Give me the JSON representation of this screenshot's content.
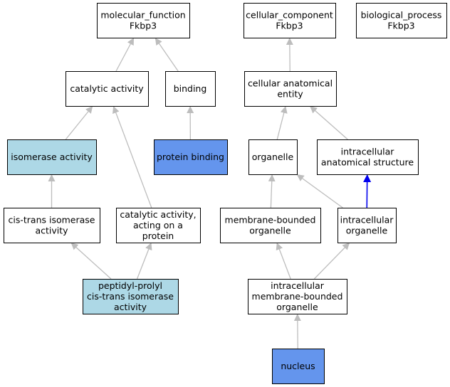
{
  "colors": {
    "edge_default": "#bdbdbd",
    "edge_highlight": "#0000ee",
    "node_plain": "#ffffff",
    "node_light": "#add8e6",
    "node_strong": "#6495ed",
    "stroke": "#000000"
  },
  "nodes": [
    {
      "id": "mf",
      "name": "node-molecular-function",
      "lines": [
        "molecular_function",
        "Fkbp3"
      ],
      "fill": "node_plain"
    },
    {
      "id": "cc",
      "name": "node-cellular-component",
      "lines": [
        "cellular_component",
        "Fkbp3"
      ],
      "fill": "node_plain"
    },
    {
      "id": "bp",
      "name": "node-biological-process",
      "lines": [
        "biological_process",
        "Fkbp3"
      ],
      "fill": "node_plain"
    },
    {
      "id": "cat",
      "name": "node-catalytic-activity",
      "lines": [
        "catalytic activity"
      ],
      "fill": "node_plain"
    },
    {
      "id": "bind",
      "name": "node-binding",
      "lines": [
        "binding"
      ],
      "fill": "node_plain"
    },
    {
      "id": "cae",
      "name": "node-cellular-anatomical-entity",
      "lines": [
        "cellular anatomical",
        "entity"
      ],
      "fill": "node_plain"
    },
    {
      "id": "iso",
      "name": "node-isomerase-activity",
      "lines": [
        "isomerase activity"
      ],
      "fill": "node_light"
    },
    {
      "id": "pb",
      "name": "node-protein-binding",
      "lines": [
        "protein binding"
      ],
      "fill": "node_strong"
    },
    {
      "id": "org",
      "name": "node-organelle",
      "lines": [
        "organelle"
      ],
      "fill": "node_plain"
    },
    {
      "id": "ias",
      "name": "node-intracellular-anatomical-structure",
      "lines": [
        "intracellular",
        "anatomical structure"
      ],
      "fill": "node_plain"
    },
    {
      "id": "cti",
      "name": "node-cis-trans-isomerase-activity",
      "lines": [
        "cis-trans isomerase",
        "activity"
      ],
      "fill": "node_plain"
    },
    {
      "id": "catp",
      "name": "node-catalytic-activity-on-protein",
      "lines": [
        "catalytic activity,",
        "acting on a",
        "protein"
      ],
      "fill": "node_plain"
    },
    {
      "id": "mbo",
      "name": "node-membrane-bounded-organelle",
      "lines": [
        "membrane-bounded",
        "organelle"
      ],
      "fill": "node_plain"
    },
    {
      "id": "io",
      "name": "node-intracellular-organelle",
      "lines": [
        "intracellular",
        "organelle"
      ],
      "fill": "node_plain"
    },
    {
      "id": "ppi",
      "name": "node-peptidyl-prolyl-cis-trans-isomerase",
      "lines": [
        "peptidyl-prolyl",
        "cis-trans isomerase",
        "activity"
      ],
      "fill": "node_light"
    },
    {
      "id": "imbo",
      "name": "node-intracellular-membrane-bounded-organelle",
      "lines": [
        "intracellular",
        "membrane-bounded",
        "organelle"
      ],
      "fill": "node_plain"
    },
    {
      "id": "nuc",
      "name": "node-nucleus",
      "lines": [
        "nucleus"
      ],
      "fill": "node_strong"
    }
  ],
  "edges": [
    {
      "from": "cat",
      "to": "mf",
      "style": "default"
    },
    {
      "from": "bind",
      "to": "mf",
      "style": "default"
    },
    {
      "from": "cae",
      "to": "cc",
      "style": "default"
    },
    {
      "from": "iso",
      "to": "cat",
      "style": "default"
    },
    {
      "from": "catp",
      "to": "cat",
      "style": "default"
    },
    {
      "from": "pb",
      "to": "bind",
      "style": "default"
    },
    {
      "from": "org",
      "to": "cae",
      "style": "default"
    },
    {
      "from": "ias",
      "to": "cae",
      "style": "default"
    },
    {
      "from": "cti",
      "to": "iso",
      "style": "default"
    },
    {
      "from": "io",
      "to": "ias",
      "style": "highlight"
    },
    {
      "from": "mbo",
      "to": "org",
      "style": "default"
    },
    {
      "from": "io",
      "to": "org",
      "style": "default"
    },
    {
      "from": "ppi",
      "to": "cti",
      "style": "default"
    },
    {
      "from": "ppi",
      "to": "catp",
      "style": "default"
    },
    {
      "from": "imbo",
      "to": "mbo",
      "style": "default"
    },
    {
      "from": "imbo",
      "to": "io",
      "style": "default"
    },
    {
      "from": "nuc",
      "to": "imbo",
      "style": "default"
    }
  ]
}
